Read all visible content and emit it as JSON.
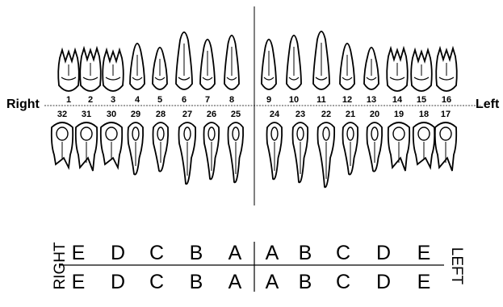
{
  "permanent_chart": {
    "side_left": "Right",
    "side_right": "Left",
    "upper_numbers": [
      "1",
      "2",
      "3",
      "4",
      "5",
      "6",
      "7",
      "8",
      "9",
      "10",
      "11",
      "12",
      "13",
      "14",
      "15",
      "16"
    ],
    "lower_numbers": [
      "32",
      "31",
      "30",
      "29",
      "28",
      "27",
      "26",
      "25",
      "24",
      "23",
      "22",
      "21",
      "20",
      "19",
      "18",
      "17"
    ]
  },
  "primary_chart": {
    "side_left": "RIGHT",
    "side_right": "LEFT",
    "upper_letters": [
      "E",
      "D",
      "C",
      "B",
      "A",
      "A",
      "B",
      "C",
      "D",
      "E"
    ],
    "lower_letters": [
      "E",
      "D",
      "C",
      "B",
      "A",
      "A",
      "B",
      "C",
      "D",
      "E"
    ]
  }
}
